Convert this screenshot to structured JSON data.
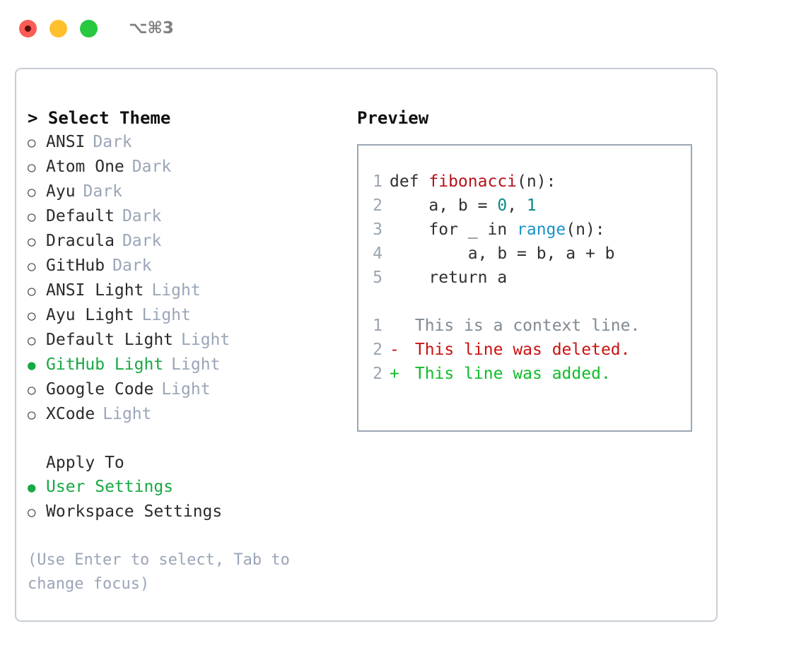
{
  "titlebar": {
    "shortcut": "⌥⌘3",
    "buttons": [
      "close",
      "minimize",
      "maximize"
    ]
  },
  "theme_picker": {
    "header": "> Select Theme",
    "items": [
      {
        "marker": "○",
        "label": "ANSI",
        "badge": "Dark",
        "selected": false
      },
      {
        "marker": "○",
        "label": "Atom One",
        "badge": "Dark",
        "selected": false
      },
      {
        "marker": "○",
        "label": "Ayu",
        "badge": "Dark",
        "selected": false
      },
      {
        "marker": "○",
        "label": "Default",
        "badge": "Dark",
        "selected": false
      },
      {
        "marker": "○",
        "label": "Dracula",
        "badge": "Dark",
        "selected": false
      },
      {
        "marker": "○",
        "label": "GitHub",
        "badge": "Dark",
        "selected": false
      },
      {
        "marker": "○",
        "label": "ANSI Light",
        "badge": "Light",
        "selected": false
      },
      {
        "marker": "○",
        "label": "Ayu Light",
        "badge": "Light",
        "selected": false
      },
      {
        "marker": "○",
        "label": "Default Light",
        "badge": "Light",
        "selected": false
      },
      {
        "marker": "●",
        "label": "GitHub Light",
        "badge": "Light",
        "selected": true
      },
      {
        "marker": "○",
        "label": "Google Code",
        "badge": "Light",
        "selected": false
      },
      {
        "marker": "○",
        "label": "XCode",
        "badge": "Light",
        "selected": false
      }
    ]
  },
  "apply_to": {
    "heading": "Apply To",
    "items": [
      {
        "marker": "●",
        "label": "User Settings",
        "selected": true
      },
      {
        "marker": "○",
        "label": "Workspace Settings",
        "selected": false
      }
    ]
  },
  "hint": "(Use Enter to select, Tab to change focus)",
  "preview": {
    "title": "Preview",
    "code_lines": [
      {
        "no": "1",
        "tokens": [
          {
            "t": "def ",
            "k": "kw"
          },
          {
            "t": "fibonacci",
            "k": "fn"
          },
          {
            "t": "(n):",
            "k": "plain"
          }
        ]
      },
      {
        "no": "2",
        "tokens": [
          {
            "t": "    a, b = ",
            "k": "plain"
          },
          {
            "t": "0",
            "k": "num"
          },
          {
            "t": ", ",
            "k": "plain"
          },
          {
            "t": "1",
            "k": "num"
          }
        ]
      },
      {
        "no": "3",
        "tokens": [
          {
            "t": "    for _ in ",
            "k": "kw"
          },
          {
            "t": "range",
            "k": "call"
          },
          {
            "t": "(n):",
            "k": "plain"
          }
        ]
      },
      {
        "no": "4",
        "tokens": [
          {
            "t": "        a, b = b, a + b",
            "k": "plain"
          }
        ]
      },
      {
        "no": "5",
        "tokens": [
          {
            "t": "    return a",
            "k": "kw"
          }
        ]
      }
    ],
    "diff_lines": [
      {
        "no": "1",
        "mark": " ",
        "text": " This is a context line.",
        "kind": "ctx"
      },
      {
        "no": "2",
        "mark": "-",
        "text": " This line was deleted.",
        "kind": "del"
      },
      {
        "no": "2",
        "mark": "+",
        "text": " This line was added.",
        "kind": "add"
      }
    ]
  },
  "colors": {
    "selected_green": "#16a944",
    "badge_gray": "#9aa5b8",
    "diff_deleted": "#cc1111",
    "diff_added": "#11bb2a",
    "diff_context": "#808a93",
    "token_function": "#b4121b",
    "token_number": "#0a8a8a",
    "token_call": "#1a93c9",
    "panel_border": "#c8ccd4",
    "preview_border": "#9aa7b5",
    "traffic_red": "#fb5c55",
    "traffic_yellow": "#ffc02e",
    "traffic_green": "#28c840"
  }
}
